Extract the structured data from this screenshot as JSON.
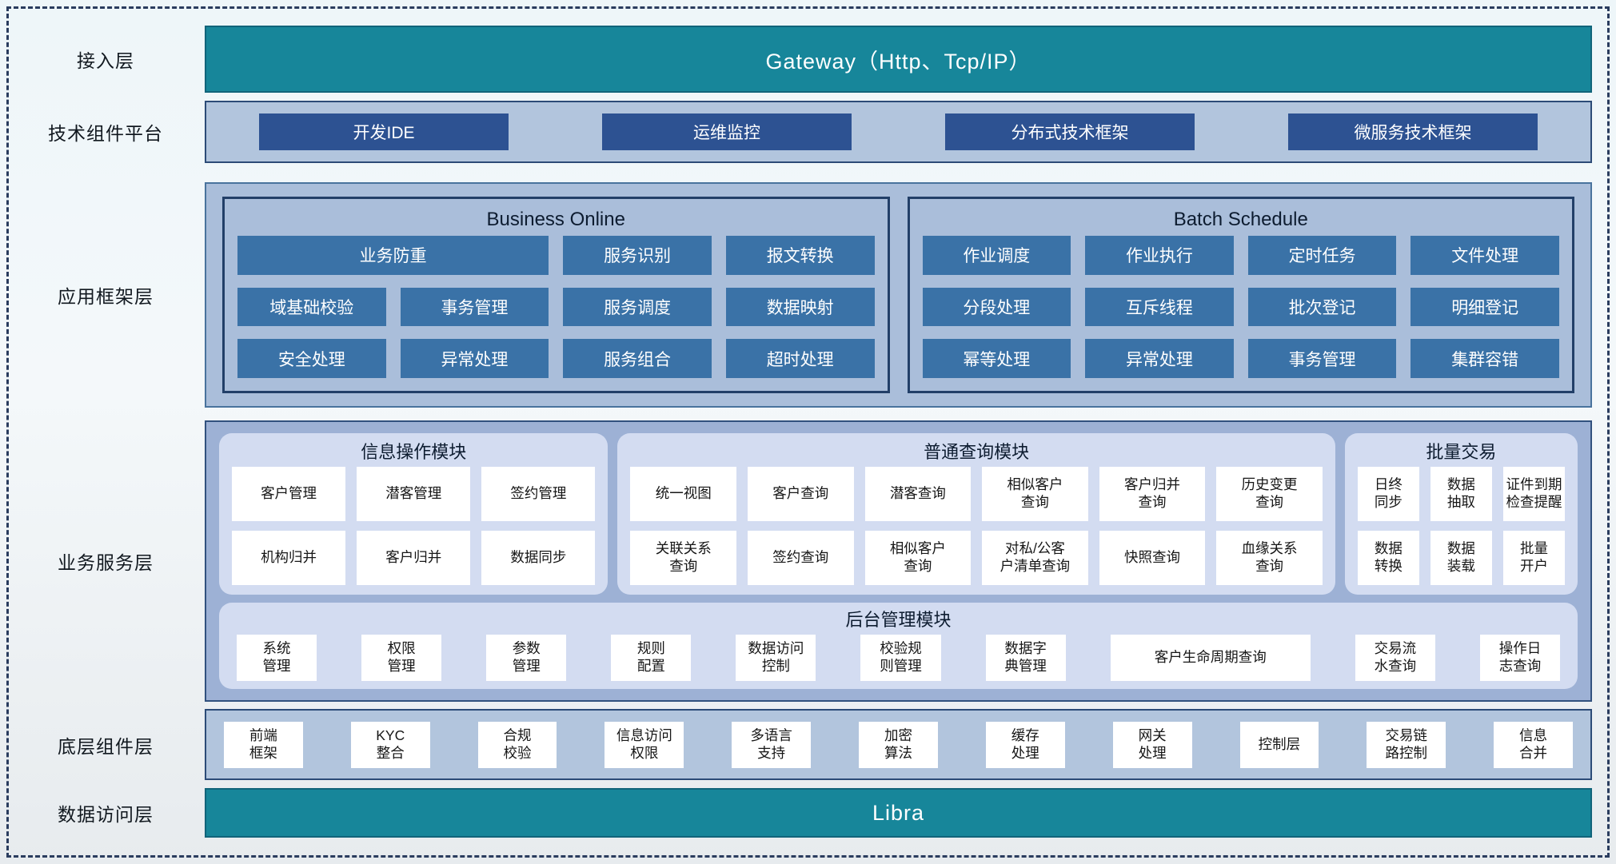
{
  "access_layer": {
    "label": "接入层",
    "gateway": "Gateway（Http、Tcp/IP）"
  },
  "tech_platform": {
    "label": "技术组件平台",
    "items": [
      "开发IDE",
      "运维监控",
      "分布式技术框架",
      "微服务技术框架"
    ]
  },
  "app_framework": {
    "label": "应用框架层",
    "business_online": {
      "title": "Business Online",
      "items": [
        {
          "label": "业务防重",
          "span": 2
        },
        "服务识别",
        "报文转换",
        "域基础校验",
        "事务管理",
        "服务调度",
        "数据映射",
        "安全处理",
        "异常处理",
        "服务组合",
        "超时处理"
      ]
    },
    "batch_schedule": {
      "title": "Batch Schedule",
      "items": [
        "作业调度",
        "作业执行",
        "定时任务",
        "文件处理",
        "分段处理",
        "互斥线程",
        "批次登记",
        "明细登记",
        "幂等处理",
        "异常处理",
        "事务管理",
        "集群容错"
      ]
    }
  },
  "business_service": {
    "label": "业务服务层",
    "info_module": {
      "title": "信息操作模块",
      "items": [
        "客户管理",
        "潜客管理",
        "签约管理",
        "机构归并",
        "客户归并",
        "数据同步"
      ]
    },
    "query_module": {
      "title": "普通查询模块",
      "items": [
        "统一视图",
        "客户查询",
        "潜客查询",
        "相似客户\n查询",
        "客户归并\n查询",
        "历史变更\n查询",
        "关联关系\n查询",
        "签约查询",
        "相似客户\n查询",
        "对私/公客\n户清单查询",
        "快照查询",
        "血缘关系\n查询"
      ]
    },
    "batch_module": {
      "title": "批量交易",
      "items": [
        "日终\n同步",
        "数据\n抽取",
        "证件到期\n检查提醒",
        "数据\n转换",
        "数据\n装载",
        "批量\n开户"
      ]
    },
    "admin_module": {
      "title": "后台管理模块",
      "items": [
        "系统\n管理",
        "权限\n管理",
        "参数\n管理",
        "规则\n配置",
        "数据访问\n控制",
        "校验规\n则管理",
        "数据字\n典管理",
        {
          "label": "客户生命周期查询",
          "wide": true
        },
        "交易流\n水查询",
        "操作日\n志查询"
      ]
    }
  },
  "base_components": {
    "label": "底层组件层",
    "items": [
      "前端\n框架",
      "KYC\n整合",
      "合规\n校验",
      "信息访问\n权限",
      "多语言\n支持",
      "加密\n算法",
      "缓存\n处理",
      "网关\n处理",
      "控制层",
      "交易链\n路控制",
      "信息\n合并"
    ]
  },
  "data_access": {
    "label": "数据访问层",
    "bar": "Libra"
  },
  "colors": {
    "teal": "#17869a",
    "navy_button": "#2d5292",
    "steel_button": "#3a72a7",
    "platform_fill": "#b2c5dd",
    "framework_fill": "#aabeda",
    "service_fill": "#9db1d5",
    "card_fill": "#d3dcf1",
    "white_button": "#ffffff",
    "dark_border": "#2c4b77",
    "dashed_border": "#2a3c5e"
  }
}
